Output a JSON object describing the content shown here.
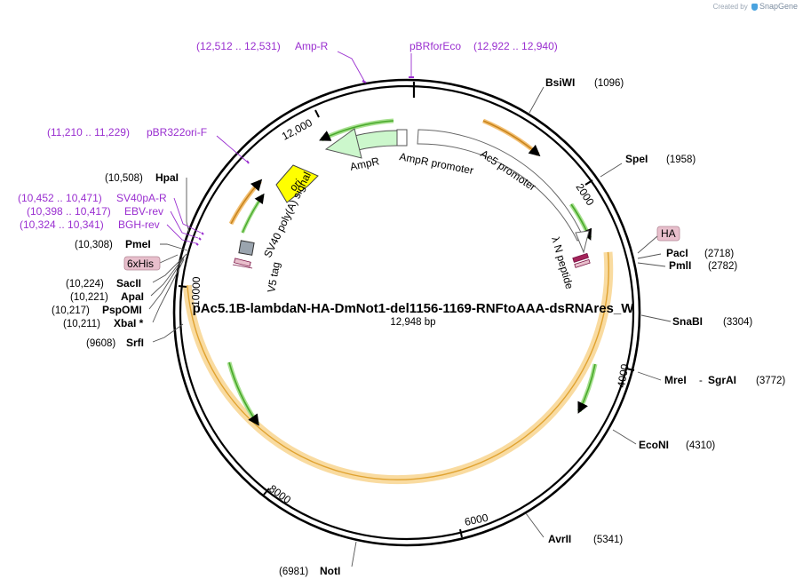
{
  "credit": {
    "prefix": "Created by",
    "brand": "SnapGene"
  },
  "plasmid": {
    "name": "pAc5.1B-lambdaN-HA-DmNot1-del1156-1169-RNFtoAAA-dsRNAres_W",
    "size": "12,948 bp"
  },
  "ticks": [
    "2000",
    "4000",
    "6000",
    "8000",
    "10000",
    "12,000"
  ],
  "sites_right": [
    {
      "name": "BsiWI",
      "pos": "(1096)"
    },
    {
      "name": "SpeI",
      "pos": "(1958)"
    },
    {
      "name": "PacI",
      "pos": "(2718)"
    },
    {
      "name": "PmlI",
      "pos": "(2782)"
    },
    {
      "name": "SnaBI",
      "pos": "(3304)"
    },
    {
      "name": "MreI",
      "dash": "-",
      "name2": "SgrAI",
      "pos": "(3772)"
    },
    {
      "name": "EcoNI",
      "pos": "(4310)"
    },
    {
      "name": "AvrII",
      "pos": "(5341)"
    },
    {
      "name": "NotI",
      "pos": "(6981)"
    }
  ],
  "sites_left": [
    {
      "name": "HpaI",
      "pos": "(10,508)"
    },
    {
      "name": "PmeI",
      "pos": "(10,308)"
    },
    {
      "name": "SacII",
      "pos": "(10,224)"
    },
    {
      "name": "ApaI",
      "pos": "(10,221)"
    },
    {
      "name": "PspOMI",
      "pos": "(10,217)"
    },
    {
      "name": "XbaI *",
      "pos": "(10,211)"
    },
    {
      "name": "SrfI",
      "pos": "(9608)"
    }
  ],
  "primers": [
    {
      "name": "Amp-R",
      "range": "(12,512 .. 12,531)"
    },
    {
      "name": "pBRforEco",
      "range": "(12,922 .. 12,940)"
    },
    {
      "name": "pBR322ori-F",
      "range": "(11,210 .. 11,229)"
    },
    {
      "name": "SV40pA-R",
      "range": "(10,452 .. 10,471)"
    },
    {
      "name": "EBV-rev",
      "range": "(10,398 .. 10,417)"
    },
    {
      "name": "BGH-rev",
      "range": "(10,324 .. 10,341)"
    }
  ],
  "tags": {
    "ha": "HA",
    "his": "6xHis"
  },
  "features": {
    "ampr": "AmpR",
    "ampr_promoter": "AmpR promoter",
    "ac5_promoter": "Ac5 promoter",
    "lambda_n": "λ N peptide",
    "ori": "ori",
    "sv40": "SV40 poly(A) signal",
    "v5": "V5 tag"
  },
  "colors": {
    "primer": "#9a2fd0",
    "ampr_fill": "#ccf7cc",
    "ori_fill": "#ffff00",
    "orf_band": "#f9dba0",
    "orf_line": "#e0a230",
    "orf_arrow": "#c8841c",
    "green_arrow": "#48a82a",
    "tag_fill": "#e8bfcc",
    "ha_mark": "#a3245a"
  }
}
